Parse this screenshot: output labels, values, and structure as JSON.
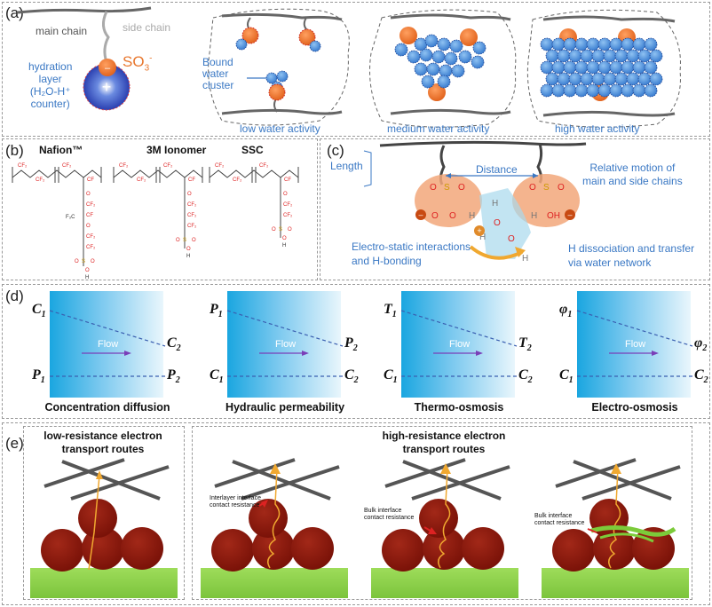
{
  "panel_a": {
    "label": "(a)",
    "main_chain": "main chain",
    "side_chain": "side chain",
    "so3": "SO",
    "so3_sub": "3",
    "so3_sup": "-",
    "hydration_line1": "hydration",
    "hydration_line2": "layer",
    "hydration_line3": "(H₂O-H⁺",
    "hydration_line4": "counter)",
    "bound_line1": "Bound",
    "bound_line2": "water",
    "bound_line3": "cluster",
    "low": "low water activity",
    "medium": "medium water activity",
    "high": "high water activity"
  },
  "panel_b": {
    "label": "(b)",
    "nafion": "Nafion™",
    "m3": "3M Ionomer",
    "ssc": "SSC"
  },
  "panel_c": {
    "label": "(c)",
    "length": "Length",
    "distance": "Distance",
    "relative_line1": "Relative motion of",
    "relative_line2": "main and side chains",
    "electro_line1": "Electro-static interactions",
    "electro_line2": "and H-bonding",
    "hdiss_line1": "H dissociation and transfer",
    "hdiss_line2": "via water network"
  },
  "panel_d": {
    "label": "(d)",
    "flow": "Flow",
    "boxes": [
      {
        "top_left": "C",
        "top_left_sub": "1",
        "top_right": "C",
        "top_right_sub": "2",
        "bot_left": "P",
        "bot_left_sub": "1",
        "bot_right": "P",
        "bot_right_sub": "2",
        "caption": "Concentration diffusion"
      },
      {
        "top_left": "P",
        "top_left_sub": "1",
        "top_right": "P",
        "top_right_sub": "2",
        "bot_left": "C",
        "bot_left_sub": "1",
        "bot_right": "C",
        "bot_right_sub": "2",
        "caption": "Hydraulic permeability"
      },
      {
        "top_left": "T",
        "top_left_sub": "1",
        "top_right": "T",
        "top_right_sub": "2",
        "bot_left": "C",
        "bot_left_sub": "1",
        "bot_right": "C",
        "bot_right_sub": "2",
        "caption": "Thermo-osmosis"
      },
      {
        "top_left": "φ",
        "top_left_sub": "1",
        "top_right": "φ",
        "top_right_sub": "2",
        "bot_left": "C",
        "bot_left_sub": "1",
        "bot_right": "C",
        "bot_right_sub": "2",
        "caption": "Electro-osmosis"
      }
    ]
  },
  "panel_e": {
    "label": "(e)",
    "low_line1": "low-resistance electron",
    "low_line2": "transport routes",
    "high_line1": "high-resistance electron",
    "high_line2": "transport routes",
    "interlayer_line1": "Interlayer interface",
    "interlayer_line2": "contact resistance",
    "bulk_line1": "Bulk interface",
    "bulk_line2": "contact resistance"
  },
  "colors": {
    "accent_blue": "#3a78c4",
    "sulfonate_orange": "#e8772e",
    "water_blue": "#4a8fd8",
    "particle_brown": "#8b1a10",
    "substrate_green": "#8bd04a",
    "chain_gray": "#666666"
  }
}
